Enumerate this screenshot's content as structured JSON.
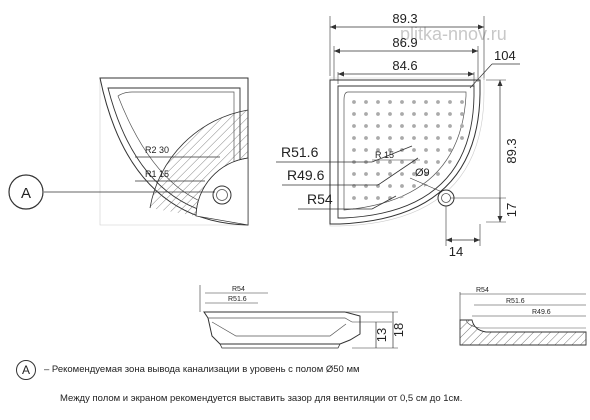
{
  "watermark": "plitka-nnov.ru",
  "callout": {
    "letter": "A"
  },
  "plan_left": {
    "r_outer": "R2 30",
    "r_inner": "R1 15"
  },
  "plan_right": {
    "dims_top": [
      "89.3",
      "86.9",
      "84.6"
    ],
    "dim_corner": "104",
    "dim_side": "89.3",
    "radii": [
      "R51.6",
      "R49.6",
      "R54"
    ],
    "r_small": "R 15",
    "drain": "Ø9",
    "dim_17": "17",
    "dim_14": "14"
  },
  "section_center": {
    "radii": [
      "R54",
      "R51.6"
    ],
    "heights": [
      "13",
      "18"
    ]
  },
  "section_right": {
    "radii": [
      "R54",
      "R51.6",
      "R49.6"
    ]
  },
  "legend": {
    "letter": "A",
    "text": "– Рекомендуемая зона вывода канализации в уровень с полом   Ø50 мм",
    "note": "Между полом и экраном рекомендуется выставить зазор для вентиляции от 0,5 см до 1см."
  }
}
